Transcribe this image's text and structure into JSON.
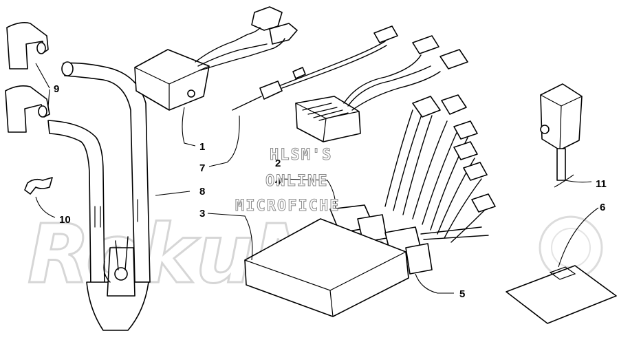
{
  "labels": {
    "l1": "1",
    "l2": "2",
    "l3": "3",
    "l4": "4",
    "l5": "5",
    "l6": "6",
    "l7": "7",
    "l8": "8",
    "l9": "9",
    "l10": "10",
    "l11": "11"
  },
  "watermark": {
    "line1": "HLSM'S",
    "line2": "ONLINE",
    "line3": "MICROFICHE"
  }
}
